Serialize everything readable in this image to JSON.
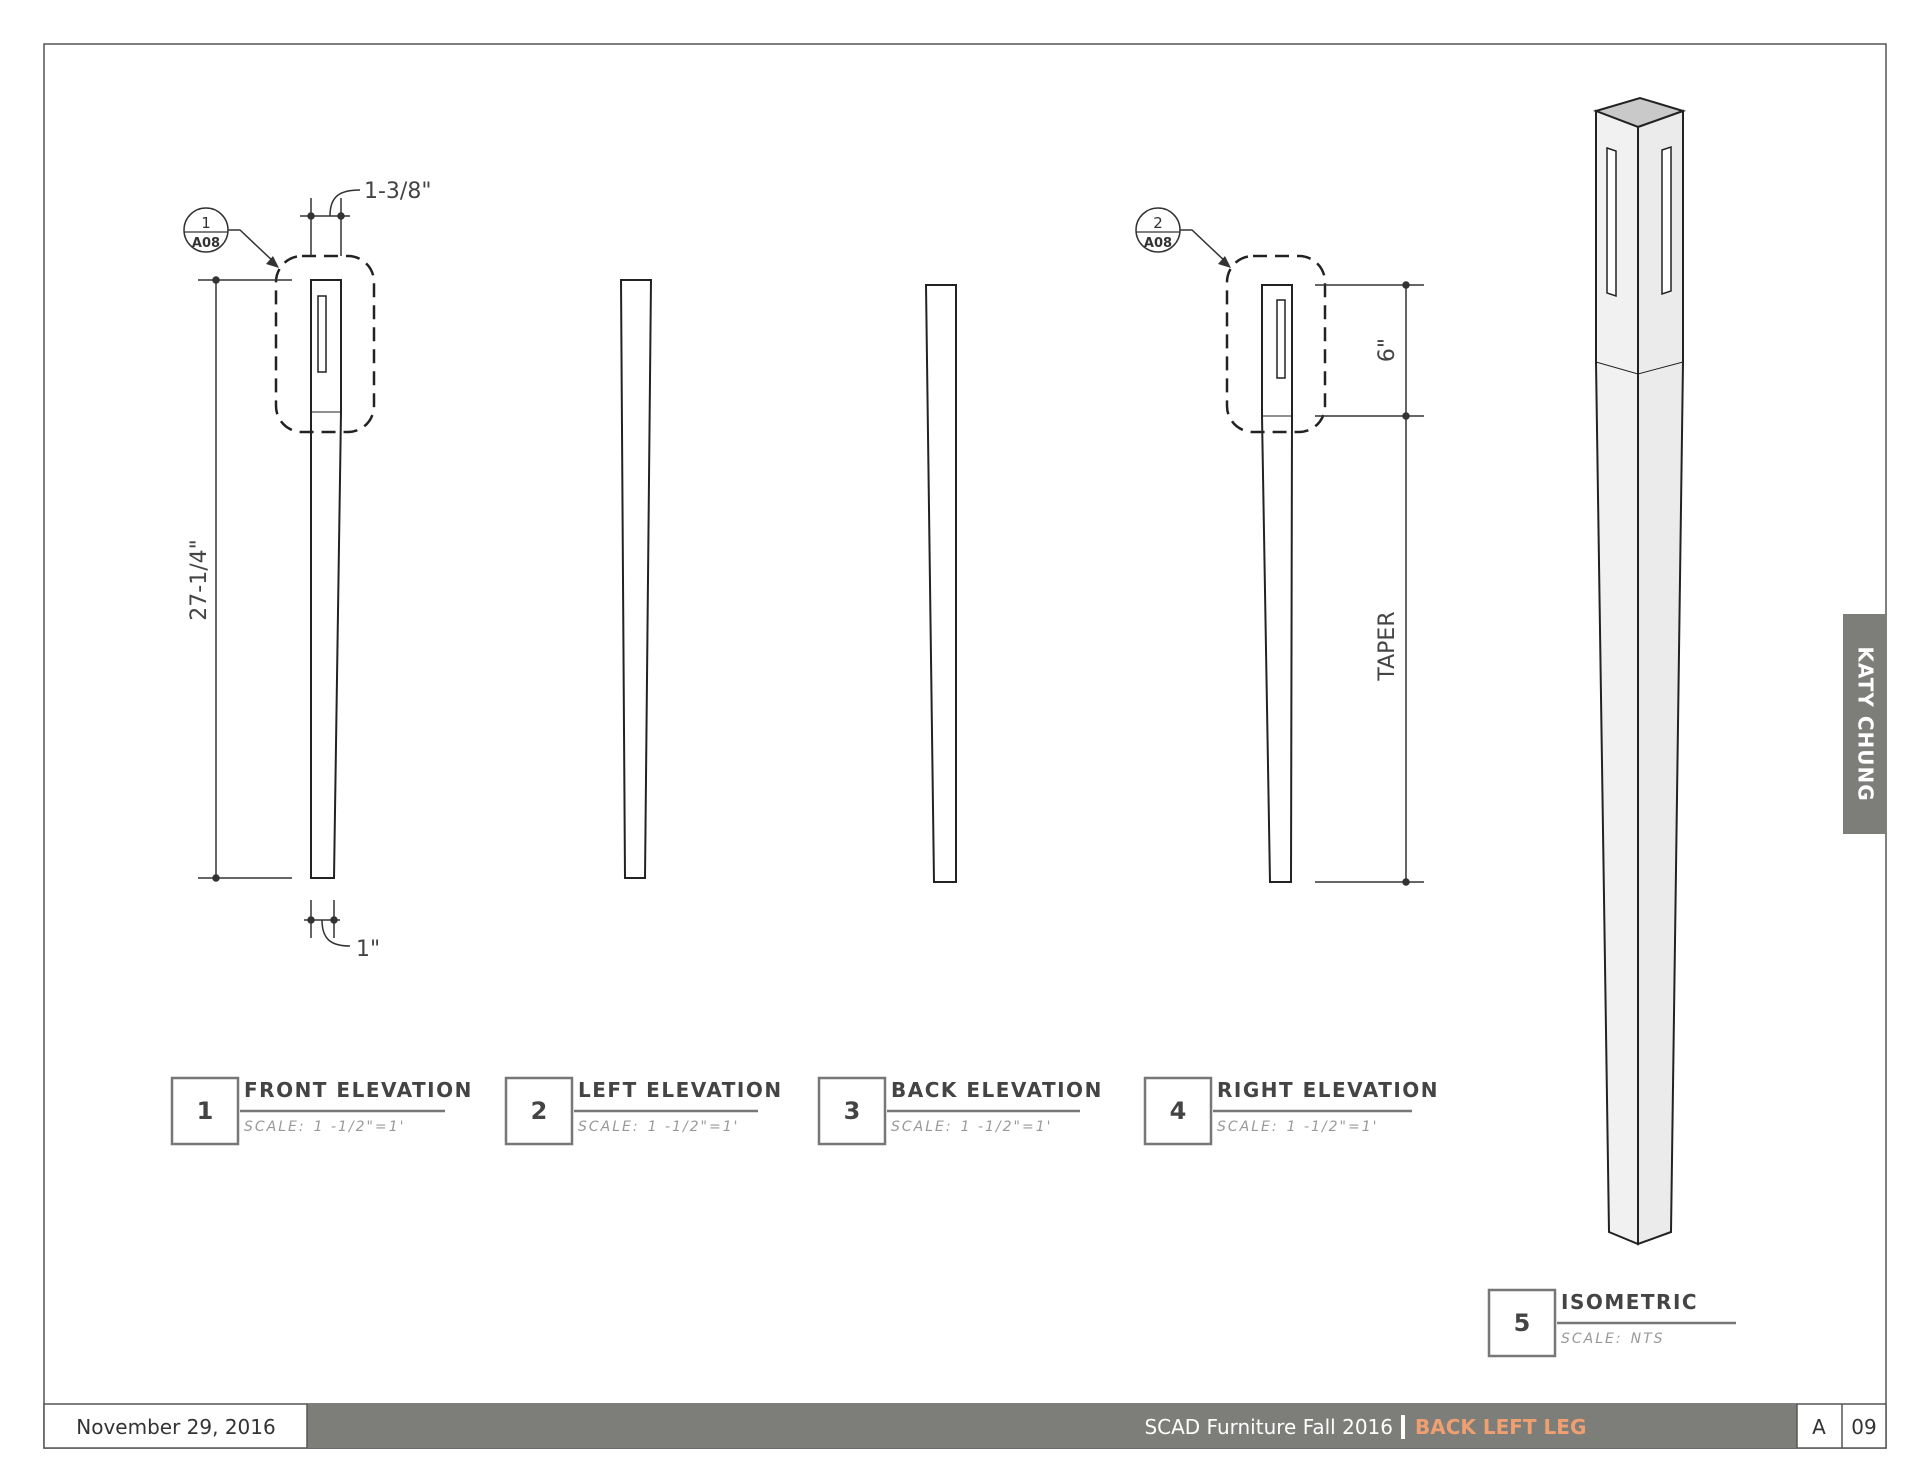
{
  "callouts": [
    {
      "number": "1",
      "sheet": "A08"
    },
    {
      "number": "2",
      "sheet": "A08"
    }
  ],
  "dimensions": {
    "front_width": "1-3/8\"",
    "front_height": "27-1/4\"",
    "front_bottom": "1\"",
    "right_top": "6\"",
    "right_taper": "TAPER"
  },
  "views": [
    {
      "number": "1",
      "name": "FRONT ELEVATION",
      "scale_label": "SCALE:",
      "scale_value": "1 -1/2\"=1'"
    },
    {
      "number": "2",
      "name": "LEFT ELEVATION",
      "scale_label": "SCALE:",
      "scale_value": "1 -1/2\"=1'"
    },
    {
      "number": "3",
      "name": "BACK ELEVATION",
      "scale_label": "SCALE:",
      "scale_value": "1 -1/2\"=1'"
    },
    {
      "number": "4",
      "name": "RIGHT ELEVATION",
      "scale_label": "SCALE:",
      "scale_value": "1 -1/2\"=1'"
    },
    {
      "number": "5",
      "name": "ISOMETRIC",
      "scale_label": "SCALE:",
      "scale_value": "NTS"
    }
  ],
  "side_tab": {
    "designer": "KATY CHUNG"
  },
  "title_block": {
    "date": "November 29, 2016",
    "project": "SCAD Furniture Fall 2016",
    "sheet_title": "BACK LEFT LEG",
    "sheet_series": "A",
    "sheet_number": "09"
  },
  "colors": {
    "title_bar": "#7d7d7a",
    "highlight": "#f0a070",
    "line": "#222222"
  }
}
